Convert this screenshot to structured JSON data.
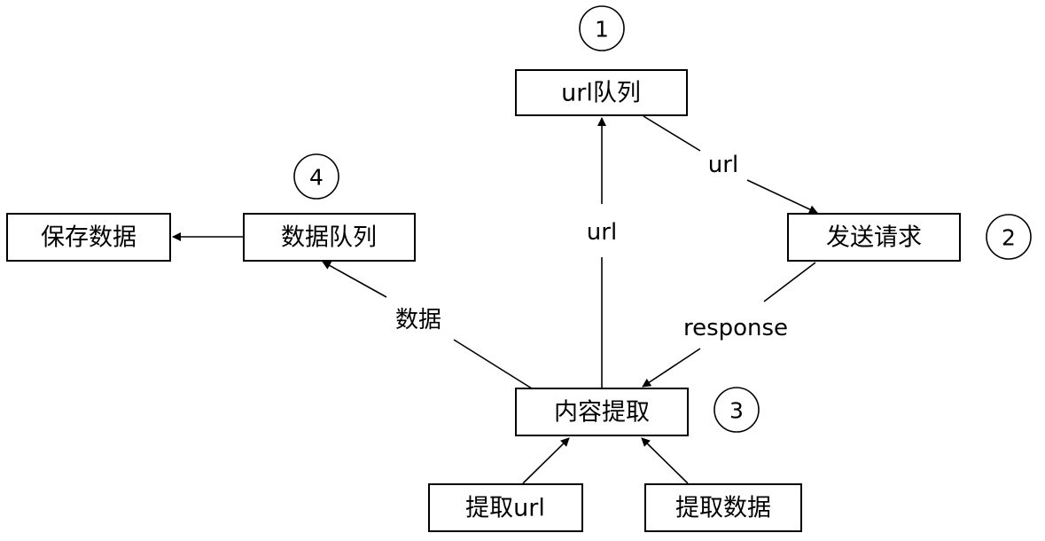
{
  "nodes": {
    "url_queue": "url队列",
    "send_request": "发送请求",
    "content_extract": "内容提取",
    "data_queue": "数据队列",
    "save_data": "保存数据",
    "extract_url": "提取url",
    "extract_data": "提取数据"
  },
  "badges": {
    "one": "1",
    "two": "2",
    "three": "3",
    "four": "4"
  },
  "edge_labels": {
    "queue_to_request": "url",
    "extract_to_queue": "url",
    "request_to_extract": "response",
    "extract_to_data_queue": "数据"
  }
}
